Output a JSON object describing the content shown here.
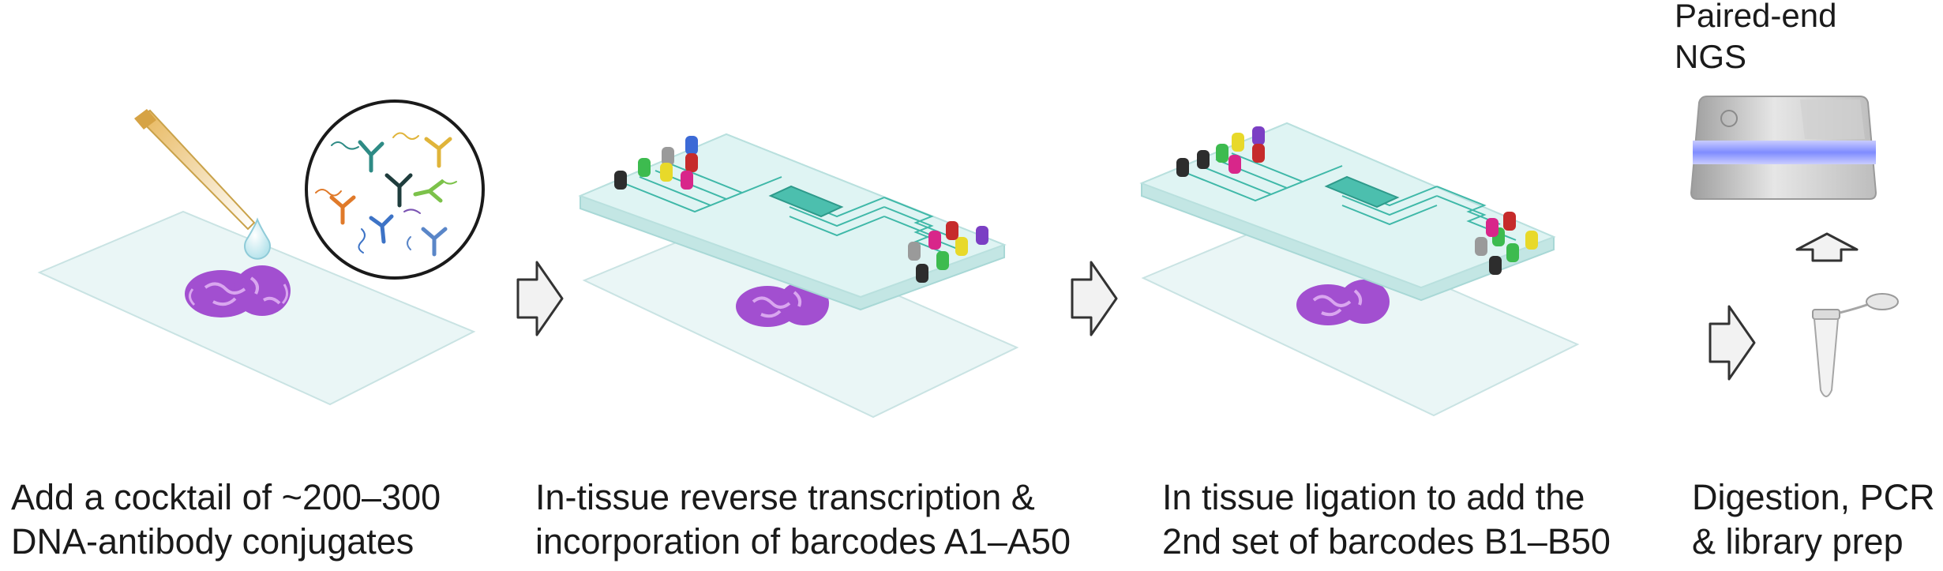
{
  "steps": [
    {
      "caption_line1": "Add a cocktail of ~200–300",
      "caption_line2": "DNA-antibody conjugates"
    },
    {
      "caption_line1": "In-tissue reverse transcription &",
      "caption_line2": "incorporation of barcodes A1–A50"
    },
    {
      "caption_line1": "In tissue ligation to add the",
      "caption_line2": "2nd set of barcodes B1–B50"
    },
    {
      "caption_line1": "Digestion, PCR",
      "caption_line2": "& library prep"
    }
  ],
  "ngs": {
    "line1": "Paired-end",
    "line2": "NGS"
  },
  "colors": {
    "slide": "#eaf6f6",
    "slide_edge": "#c9e3e3",
    "chip_top": "#dff4f3",
    "chip_side": "#c3e6e4",
    "channel": "#3fb8a8",
    "tissue": "#a24fd0",
    "tissue_light": "#d9a6ef",
    "arrow_fill": "#f2f2f2",
    "arrow_stroke": "#333333",
    "sequencer_body": "#c8c8c8",
    "sequencer_band": "#8f98ff"
  },
  "reservoir_colors": [
    "#2d2d2d",
    "#3dbb4f",
    "#9a9a9a",
    "#e8d92a",
    "#d8268a",
    "#c62b2b",
    "#3c6ad6",
    "#7b3fc4",
    "#26a9a0"
  ]
}
